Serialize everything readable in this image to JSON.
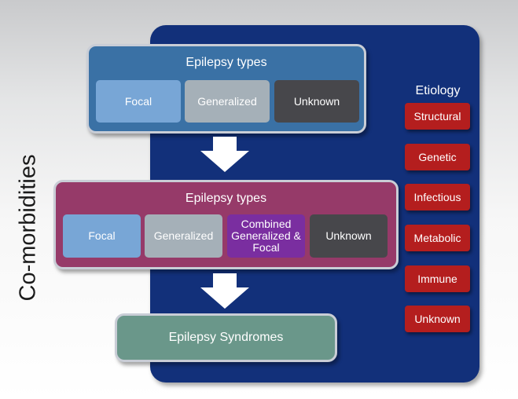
{
  "side_label": "Co-morbidities",
  "level1": {
    "title": "Epilepsy types",
    "boxes": [
      "Focal",
      "Generalized",
      "Unknown"
    ]
  },
  "level2": {
    "title": "Epilepsy types",
    "boxes": [
      "Focal",
      "Generalized",
      "Combined Generalized & Focal",
      "Unknown"
    ]
  },
  "level3": {
    "title": "Epilepsy Syndromes"
  },
  "etiology": {
    "title": "Etiology",
    "items": [
      "Structural",
      "Genetic",
      "Infectious",
      "Metabolic",
      "Immune",
      "Unknown"
    ]
  },
  "colors": {
    "panel": "#12307a",
    "level1": "#3a71a5",
    "level2": "#963a69",
    "level3": "#6a978a",
    "focal": "#78a6d6",
    "generalized": "#a5b0b8",
    "combined": "#7a2ea0",
    "unknown": "#47474b",
    "etiology": "#b41e1e"
  }
}
